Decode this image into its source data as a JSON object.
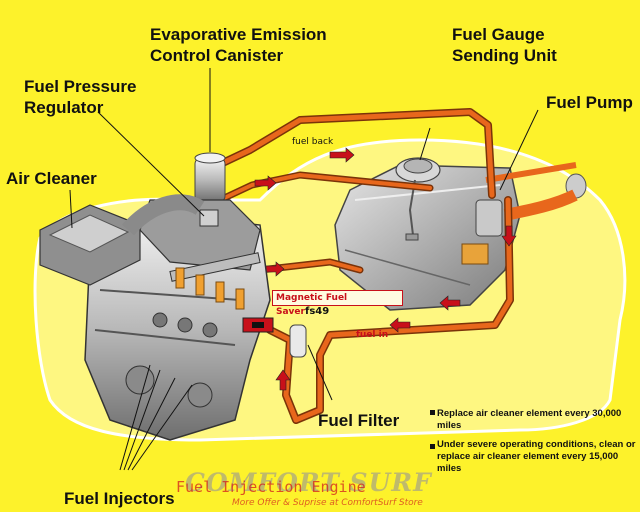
{
  "labels": {
    "evap_canister_line1": "Evaporative Emission",
    "evap_canister_line2": "Control Canister",
    "fuel_gauge_line1": "Fuel Gauge",
    "fuel_gauge_line2": "Sending Unit",
    "fuel_pump": "Fuel Pump",
    "fuel_pressure_line1": "Fuel Pressure",
    "fuel_pressure_line2": "Regulator",
    "air_cleaner": "Air Cleaner",
    "fuel_filter": "Fuel Filter",
    "fuel_injectors": "Fuel Injectors",
    "fuel_back": "fuel back",
    "fuel_in": "fuel in",
    "magnetic_saver": "Magnetic Fuel Saver",
    "magnetic_saver_code": "fs49"
  },
  "notes": [
    "Replace air cleaner element every 30,000 miles",
    "Under severe operating conditions, clean or replace air cleaner element every 15,000 miles"
  ],
  "watermark": {
    "brand": "COMFORT SURF",
    "title": "Fuel Injection Engine",
    "tagline": "More Offer & Suprise at ComfortSurf Store"
  },
  "colors": {
    "background": "#fdf22b",
    "fuel_line": "#e8671c",
    "arrow": "#c8101a"
  }
}
